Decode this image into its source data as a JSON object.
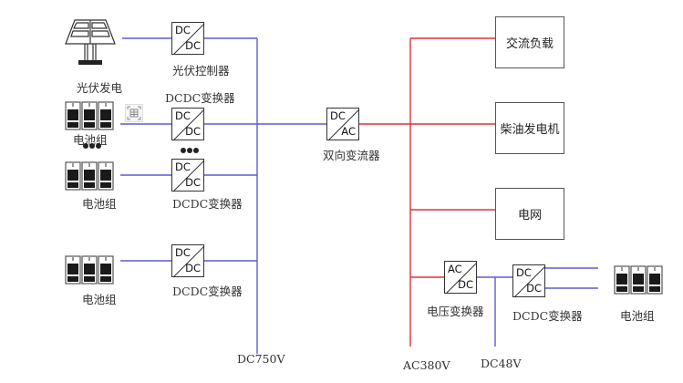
{
  "colors": {
    "dc_bus": "#5b5bd6",
    "ac_bus": "#e0323c",
    "box_border": "#555555",
    "text": "#333333"
  },
  "buses": {
    "dc750": "DC750V",
    "ac380": "AC380V",
    "dc48": "DC48V"
  },
  "sources": {
    "pv": {
      "label": "光伏发电",
      "icon": "solar-panel-icon"
    },
    "battery1": {
      "label": "电池组",
      "icon": "battery-bank-icon"
    },
    "battery2": {
      "label": "电池组",
      "icon": "battery-bank-icon"
    },
    "battery3": {
      "label": "电池组",
      "icon": "battery-bank-icon"
    },
    "battery4": {
      "label": "电池组",
      "icon": "battery-bank-icon"
    }
  },
  "converters": {
    "pv_controller": {
      "top": "DC",
      "bottom": "DC",
      "label": "光伏控制器"
    },
    "dcdc1": {
      "top": "DC",
      "bottom": "DC",
      "label": "DCDC变换器"
    },
    "dcdc2": {
      "top": "DC",
      "bottom": "DC",
      "label": "DCDC变换器"
    },
    "dcdc3": {
      "top": "DC",
      "bottom": "DC",
      "label": "DCDC变换器"
    },
    "bidirectional": {
      "top": "DC",
      "bottom": "AC",
      "label": "双向变流器"
    },
    "voltage": {
      "top": "AC",
      "bottom": "DC",
      "label": "电压变换器"
    },
    "dcdc4": {
      "top": "DC",
      "bottom": "DC",
      "label": "DCDC变换器"
    }
  },
  "ac_loads": [
    {
      "label": "交流负载"
    },
    {
      "label": "柴油发电机"
    },
    {
      "label": "电网"
    }
  ]
}
